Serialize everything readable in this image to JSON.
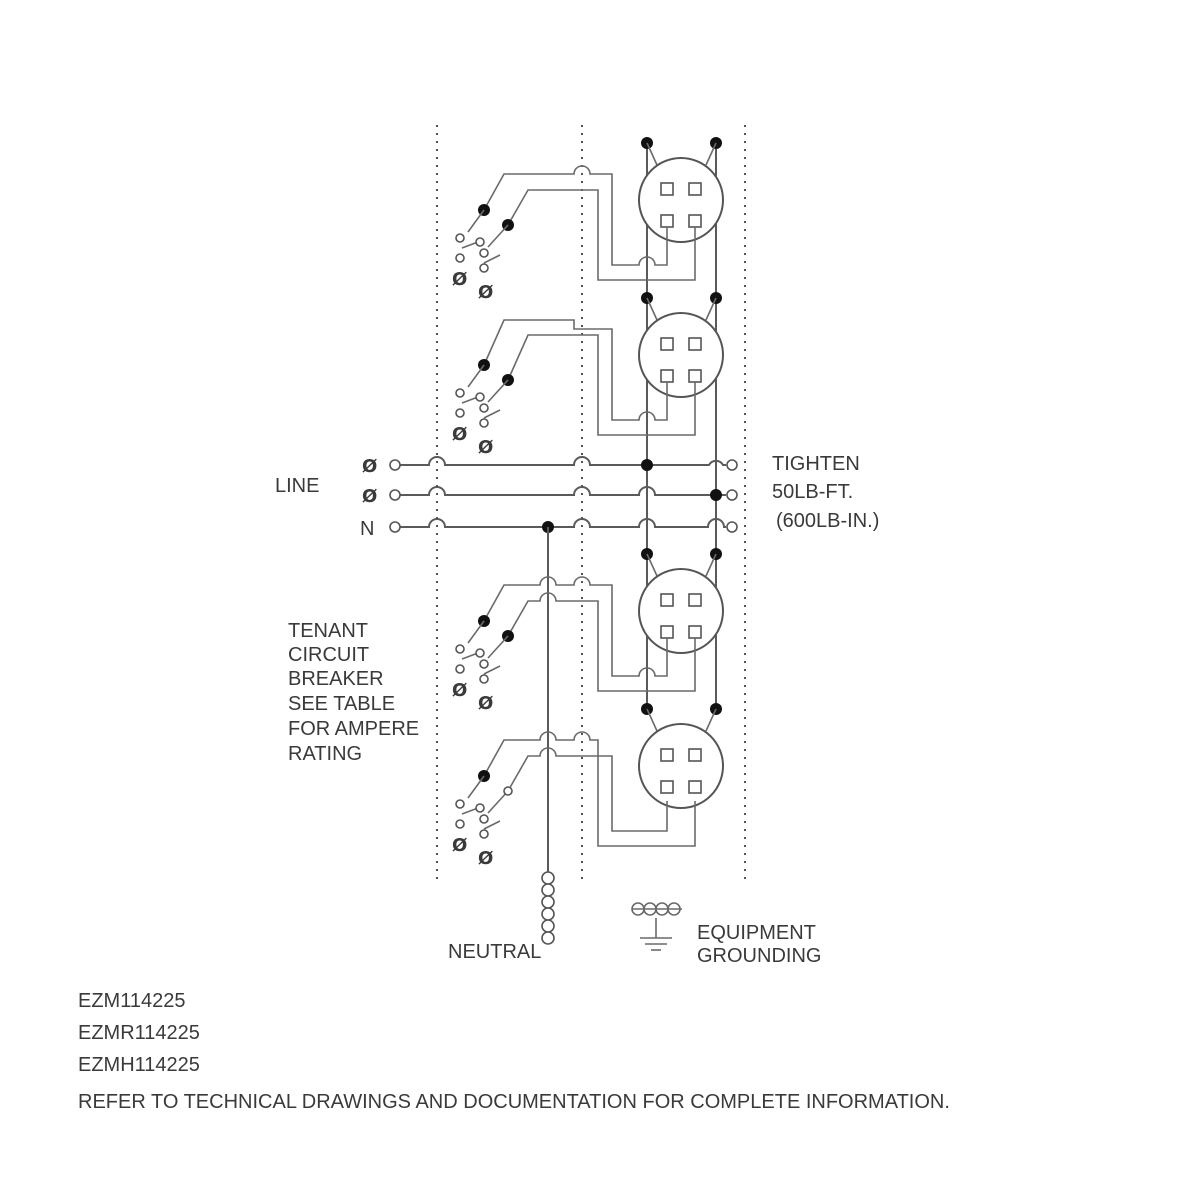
{
  "labels": {
    "line": "LINE",
    "phase_a": "Ø",
    "phase_b": "Ø",
    "neutral_n": "N",
    "tighten_1": "TIGHTEN",
    "tighten_2": "50LB-FT.",
    "tighten_3": "(600LB-IN.)",
    "tenant_1": "TENANT",
    "tenant_2": "CIRCUIT",
    "tenant_3": "BREAKER",
    "tenant_4": "SEE TABLE",
    "tenant_5": "FOR AMPERE",
    "tenant_6": "RATING",
    "neutral": "NEUTRAL",
    "equip_1": "EQUIPMENT",
    "equip_2": "GROUNDING",
    "breaker_phase": "Ø"
  },
  "models": [
    "EZM114225",
    "EZMR114225",
    "EZMH114225"
  ],
  "note": "REFER TO TECHNICAL DRAWINGS AND DOCUMENTATION FOR COMPLETE INFORMATION."
}
